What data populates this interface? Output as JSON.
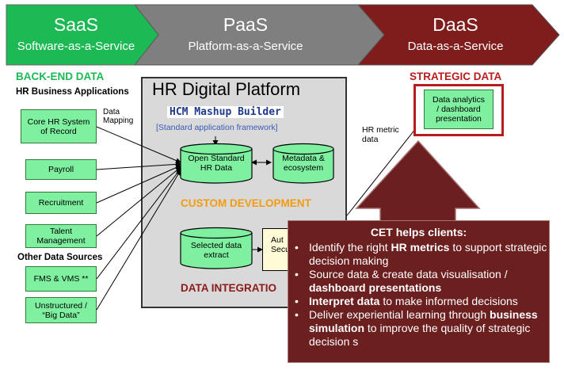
{
  "chevrons": [
    {
      "title": "SaaS",
      "subtitle": "Software-as-a-Service",
      "color": "#1db954"
    },
    {
      "title": "PaaS",
      "subtitle": "Platform-as-a-Service",
      "color": "#7f7f7f"
    },
    {
      "title": "DaaS",
      "subtitle": "Data-as-a-Service",
      "color": "#7f1d1d"
    }
  ],
  "backend": {
    "heading": "BACK-END DATA",
    "subheading": "HR Business Applications",
    "data_mapping": "Data\nMapping",
    "boxes": [
      "Core HR System\nof Record",
      "Payroll",
      "Recruitment",
      "Talent\nManagement"
    ],
    "other_heading": "Other Data Sources",
    "other_boxes": [
      "FMS & VMS **",
      "Unstructured /\n“Big Data”"
    ]
  },
  "platform": {
    "title": "HR Digital Platform",
    "mashup": "HCM Mashup Builder",
    "framework": "[Standard application framework]",
    "db1": "Open Standard\nHR Data",
    "db2": "Metadata &\necosystem",
    "custom_dev": "CUSTOM DEVELOPMENT",
    "db3": "Selected data\nextract",
    "auto_box": "Aut\nSecu",
    "data_integration": "DATA INTEGRATIO"
  },
  "strategic": {
    "heading": "STRATEGIC DATA",
    "box": "Data analytics\n/ dashboard\npresentation",
    "metric_label": "HR metric\ndata"
  },
  "cet": {
    "heading": "CET helps clients:",
    "bullets": [
      [
        {
          "t": "Identify the right ",
          "b": false
        },
        {
          "t": "HR metrics",
          "b": true
        },
        {
          "t": " to support strategic decision making",
          "b": false
        }
      ],
      [
        {
          "t": "Source data & create data visualisation / ",
          "b": false
        },
        {
          "t": "dashboard presentations",
          "b": true
        }
      ],
      [
        {
          "t": "Interpret data",
          "b": true
        },
        {
          "t": " to make informed decisions",
          "b": false
        }
      ],
      [
        {
          "t": "Deliver experiential learning through ",
          "b": false
        },
        {
          "t": "business simulation",
          "b": true
        },
        {
          "t": " to improve the quality of strategic decision s",
          "b": false
        }
      ]
    ]
  }
}
